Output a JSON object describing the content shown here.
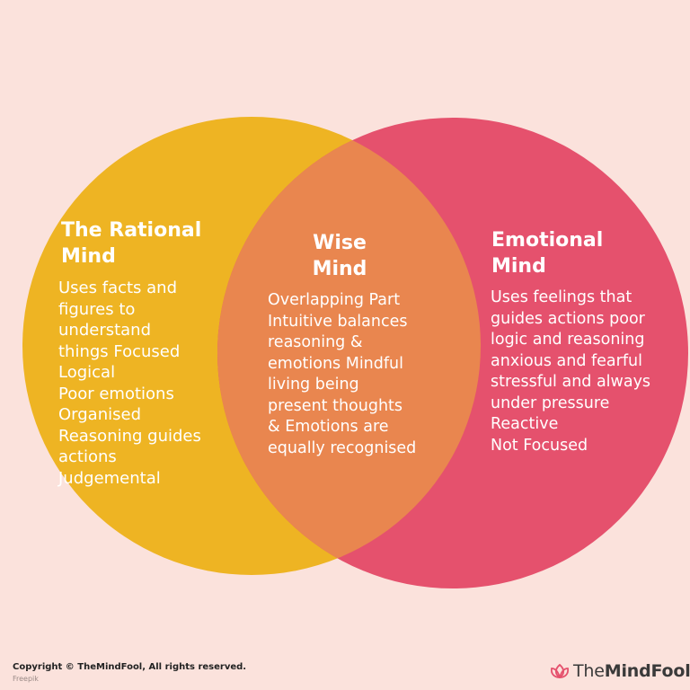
{
  "colors": {
    "background": "#fbe2dc",
    "rational_circle": "#eeb423",
    "emotional_circle": "#e5516d",
    "overlap": "#e9864f",
    "brand_icon": "#e5516d"
  },
  "rational": {
    "heading": [
      "The Rational",
      "Mind"
    ],
    "body": [
      "Uses facts and",
      "figures to",
      "understand",
      "things Focused",
      "Logical",
      "Poor emotions",
      "Organised",
      "Reasoning guides",
      "actions",
      "Judgemental"
    ]
  },
  "wise": {
    "heading": [
      "Wise",
      "Mind"
    ],
    "body": [
      "Overlapping Part",
      "Intuitive balances",
      "reasoning &",
      "emotions Mindful",
      "living being",
      "present thoughts",
      "& Emotions are",
      "equally recognised"
    ]
  },
  "emotional": {
    "heading": [
      "Emotional",
      "Mind"
    ],
    "body": [
      "Uses feelings that",
      "guides actions poor",
      "logic and reasoning",
      "anxious and fearful",
      "stressful and always",
      "under pressure",
      "Reactive",
      "Not Focused"
    ]
  },
  "footer": {
    "copyright": "Copyright © TheMindFool, All rights reserved.",
    "credit": "Freepik",
    "brand_part1": "The",
    "brand_part2": "MindFool",
    "brand_icon": "lotus-icon"
  }
}
